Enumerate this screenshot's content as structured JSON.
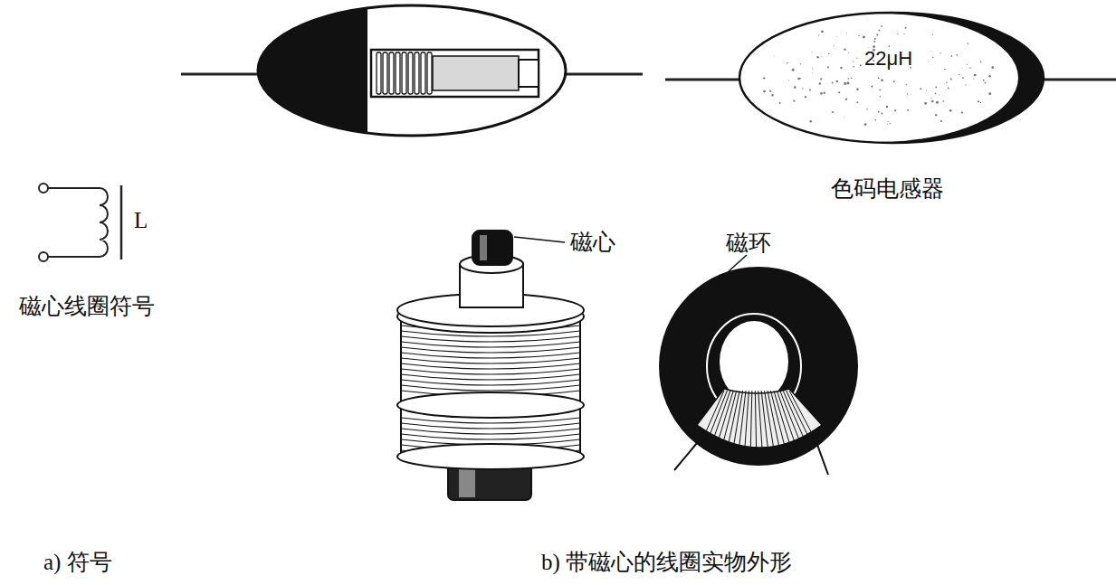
{
  "diagram": {
    "nodes": [
      {
        "text": [
          "22μH"
        ]
      }
    ],
    "labels": [
      "色码电感器",
      "L",
      "磁心线圈符号",
      "磁心",
      "磁环",
      "a) 符号",
      "b) 带磁心的线圈实物外形"
    ]
  }
}
